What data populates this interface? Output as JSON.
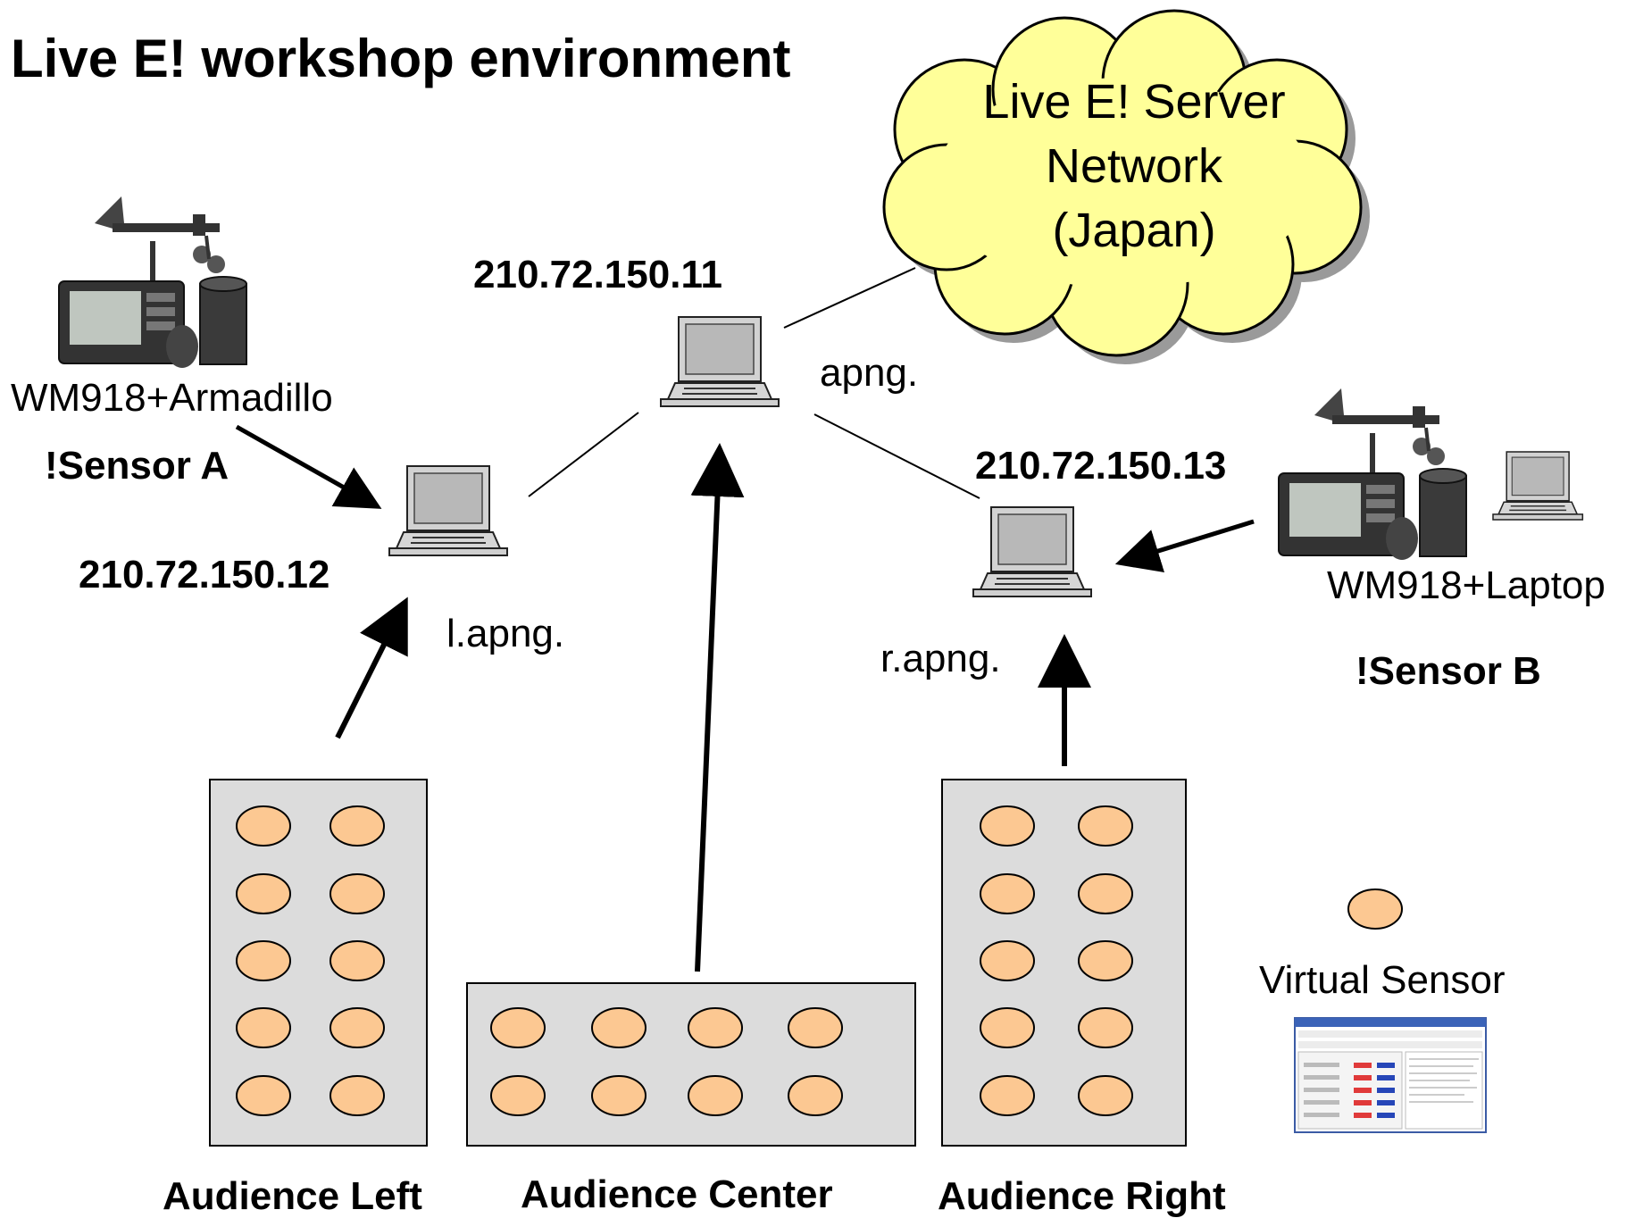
{
  "title": "Live E! workshop environment",
  "cloud": {
    "lines": [
      "Live E! Server",
      "Network",
      "(Japan)"
    ],
    "fill": "#ffff99"
  },
  "nodes": {
    "center": {
      "ip": "210.72.150.11",
      "name": "apng."
    },
    "left": {
      "ip": "210.72.150.12",
      "name": "l.apng."
    },
    "right": {
      "ip": "210.72.150.13",
      "name": "r.apng."
    }
  },
  "sensors": {
    "a": {
      "device": "WM918+Armadillo",
      "label": "!Sensor A"
    },
    "b": {
      "device": "WM918+Laptop",
      "label": "!Sensor B"
    }
  },
  "audiences": {
    "left": "Audience Left",
    "center": "Audience Center",
    "right": "Audience Right"
  },
  "legend": {
    "label": "Virtual Sensor"
  },
  "colors": {
    "virtual_sensor": "#fcc892",
    "seat_block": "#dcdcdc",
    "laptop_body": "#d2d2d2",
    "laptop_screen": "#b8b8b8"
  }
}
